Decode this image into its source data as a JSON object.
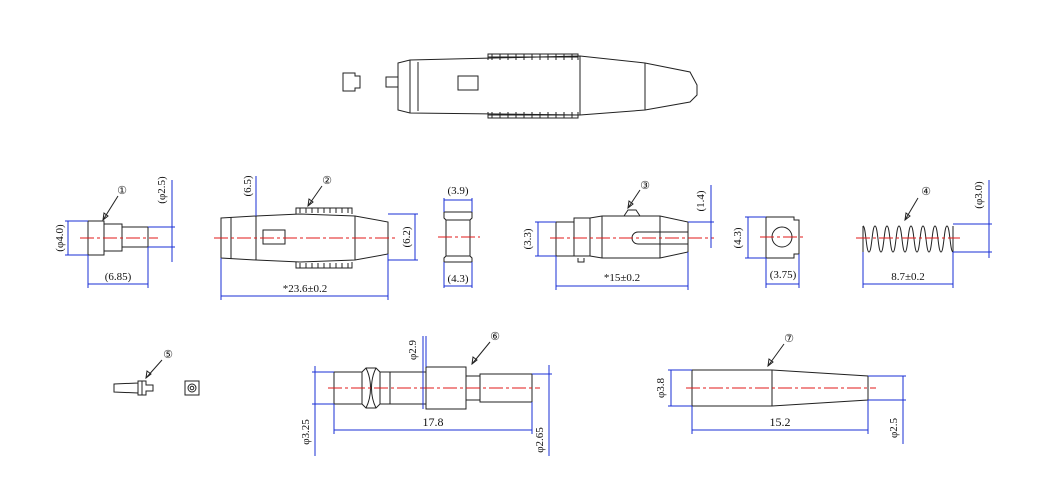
{
  "colors": {
    "outline": "#222222",
    "dimension": "#1a2fd6",
    "centerline": "#e01818",
    "background": "#ffffff"
  },
  "parts": {
    "p1": {
      "number": "①",
      "diameter": "(φ4.0)",
      "pin_diameter": "(φ2.5)",
      "length": "(6.85)"
    },
    "p2": {
      "number": "②",
      "height_top": "(6.5)",
      "height_side": "(6.2)",
      "length": "*23.6±0.2"
    },
    "cap": {
      "width": "(3.9)",
      "length": "(4.3)"
    },
    "p3": {
      "number": "③",
      "width": "(3.3)",
      "height": "(1.4)",
      "length": "*15±0.2"
    },
    "block": {
      "height": "(4.3)",
      "length": "(3.75)"
    },
    "p4": {
      "number": "④",
      "diameter": "(φ3.0)",
      "length": "8.7±0.2"
    },
    "p5": {
      "number": "⑤"
    },
    "p6": {
      "number": "⑥",
      "diameter_mid": "φ2.9",
      "diameter_left": "φ3.25",
      "diameter_right": "φ2.65",
      "length": "17.8"
    },
    "p7": {
      "number": "⑦",
      "diameter_left": "φ3.8",
      "diameter_right": "φ2.5",
      "length": "15.2"
    }
  }
}
